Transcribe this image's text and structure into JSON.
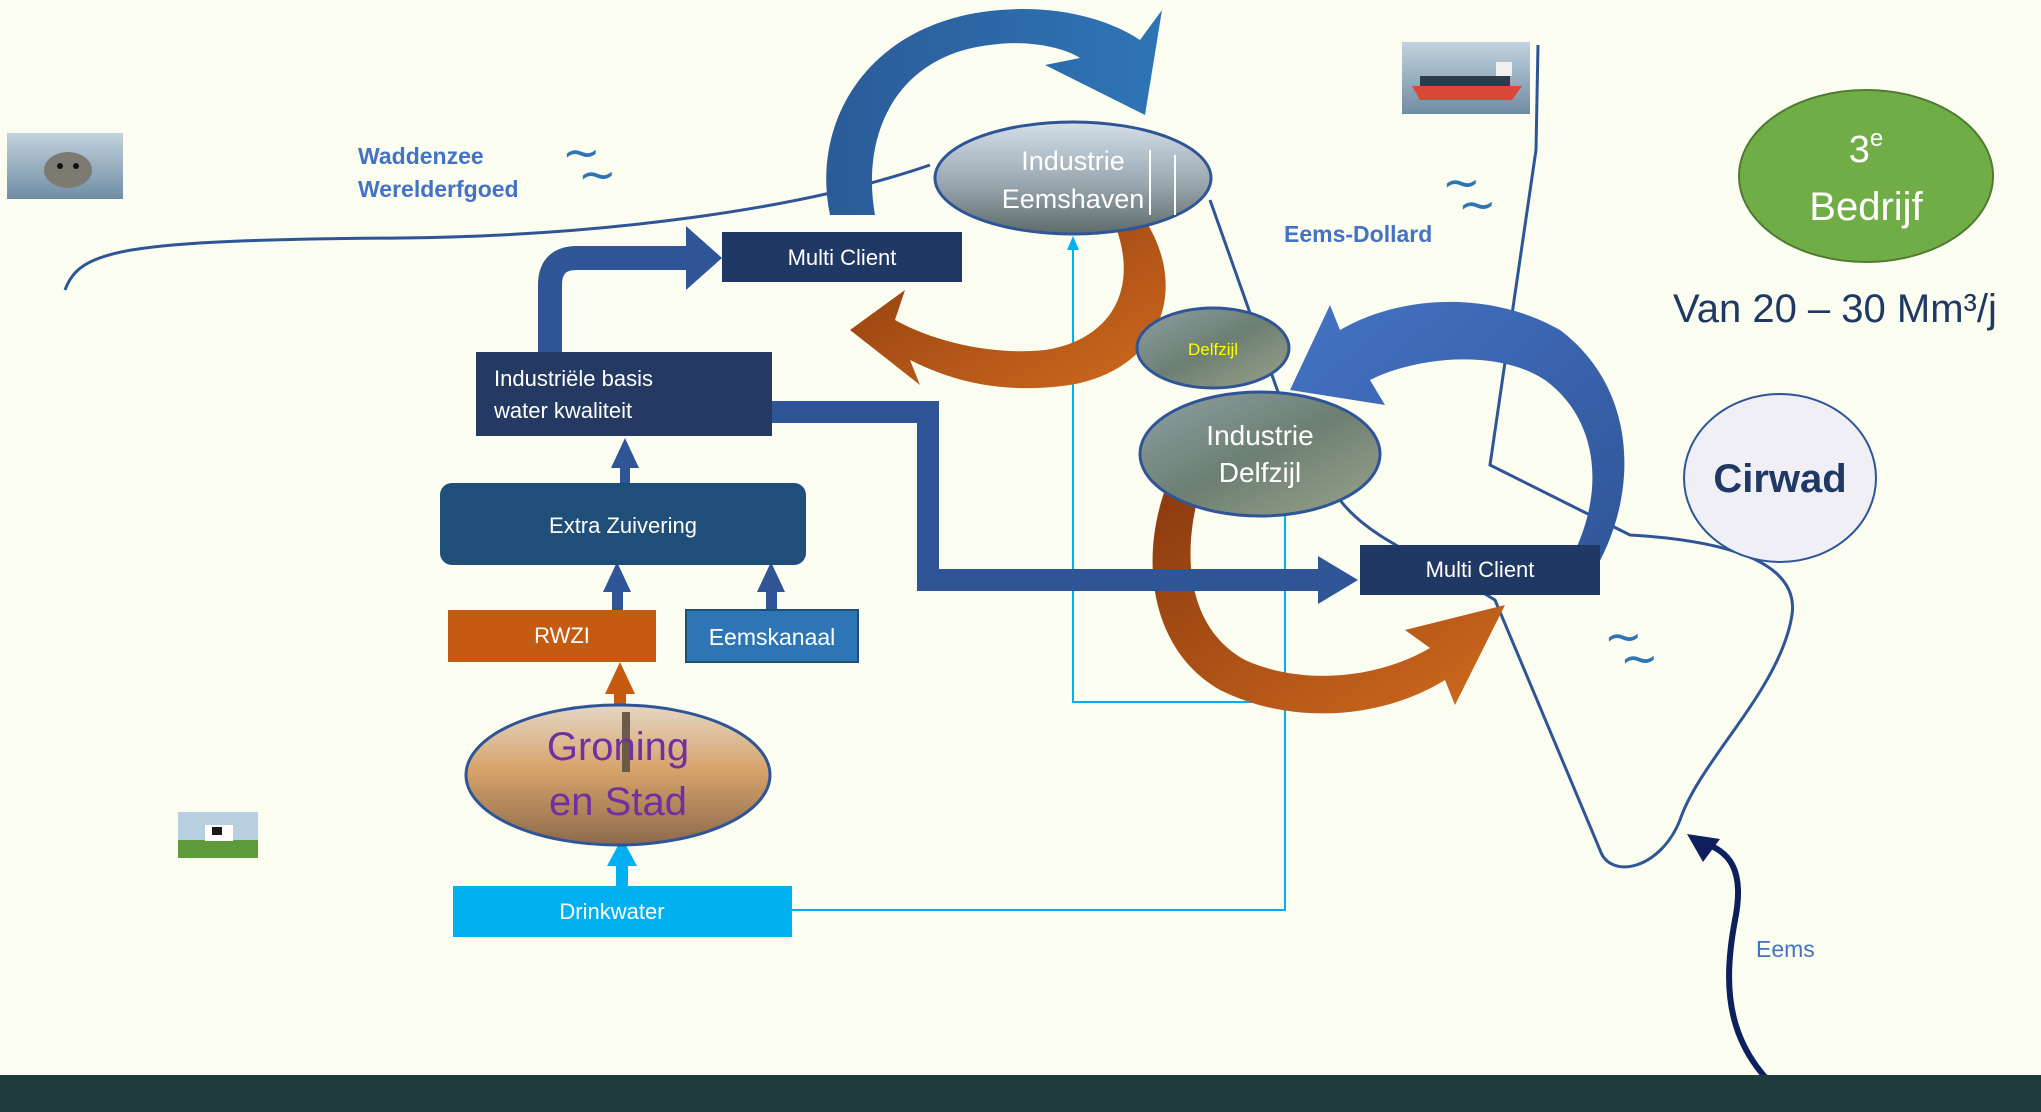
{
  "labels": {
    "waddenzee_line1": "Waddenzee",
    "waddenzee_line2": "Werelderfgoed",
    "eems_dollard": "Eems-Dollard",
    "eems": "Eems",
    "van_range": "Van 20 – 30 Mm³/j",
    "wave": "~"
  },
  "nodes": {
    "multi_client_top": "Multi Client",
    "multi_client_bottom": "Multi Client",
    "industriele_basis_line1": "Industriële basis",
    "industriele_basis_line2": "water kwaliteit",
    "extra_zuivering": "Extra Zuivering",
    "rwzi": "RWZI",
    "eemskanaal": "Eemskanaal",
    "drinkwater": "Drinkwater",
    "groningen_line1": "Groning",
    "groningen_line2": "en Stad",
    "industrie_eemshaven_line1": "Industrie",
    "industrie_eemshaven_line2": "Eemshaven",
    "industrie_delfzijl_line1": "Industrie",
    "industrie_delfzijl_line2": "Delfzijl",
    "delfzijl": "Delfzijl",
    "derde_bedrijf_num": "3",
    "derde_bedrijf_sup": "e",
    "derde_bedrijf_word": "Bedrijf",
    "cirwad": "Cirwad"
  },
  "icons": [
    "seal-photo",
    "cow-photo",
    "ship-photo"
  ],
  "colors": {
    "background": "#fbfdf0",
    "dark_navy": "#223a63",
    "mid_blue": "#2f5597",
    "light_blue": "#2e75b6",
    "orange": "#c55a11",
    "cyan": "#00b0f0",
    "green": "#70ad47",
    "label_blue": "#4472c4",
    "purple": "#7030a0",
    "footer": "#1f3a3b"
  }
}
